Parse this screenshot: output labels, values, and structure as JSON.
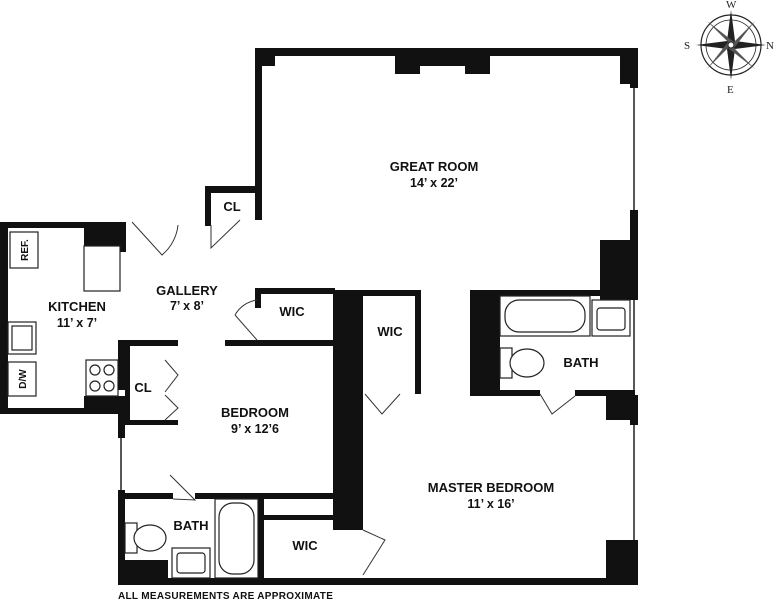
{
  "rooms": {
    "great_room": {
      "name": "GREAT ROOM",
      "size": "14’ x 22’"
    },
    "kitchen": {
      "name": "KITCHEN",
      "size": "11’ x 7’"
    },
    "gallery": {
      "name": "GALLERY",
      "size": "7’ x 8’"
    },
    "bedroom": {
      "name": "BEDROOM",
      "size": "9’ x 12’6"
    },
    "master_bedroom": {
      "name": "MASTER BEDROOM",
      "size": "11’ x 16’"
    },
    "master_bath": {
      "name": "BATH"
    },
    "bath": {
      "name": "BATH"
    },
    "closet_top": {
      "name": "CL"
    },
    "closet_bedroom": {
      "name": "CL"
    },
    "wic_gallery": {
      "name": "WIC"
    },
    "wic_master": {
      "name": "WIC"
    },
    "wic_bottom": {
      "name": "WIC"
    }
  },
  "fixtures": {
    "fridge": "REF.",
    "dishwasher": "D/W"
  },
  "compass": {
    "w": "W",
    "s": "S",
    "n": "N",
    "e": "E"
  },
  "footer_note": "ALL MEASUREMENTS ARE APPROXIMATE",
  "colors": {
    "wall": "#111111",
    "background": "#ffffff"
  }
}
